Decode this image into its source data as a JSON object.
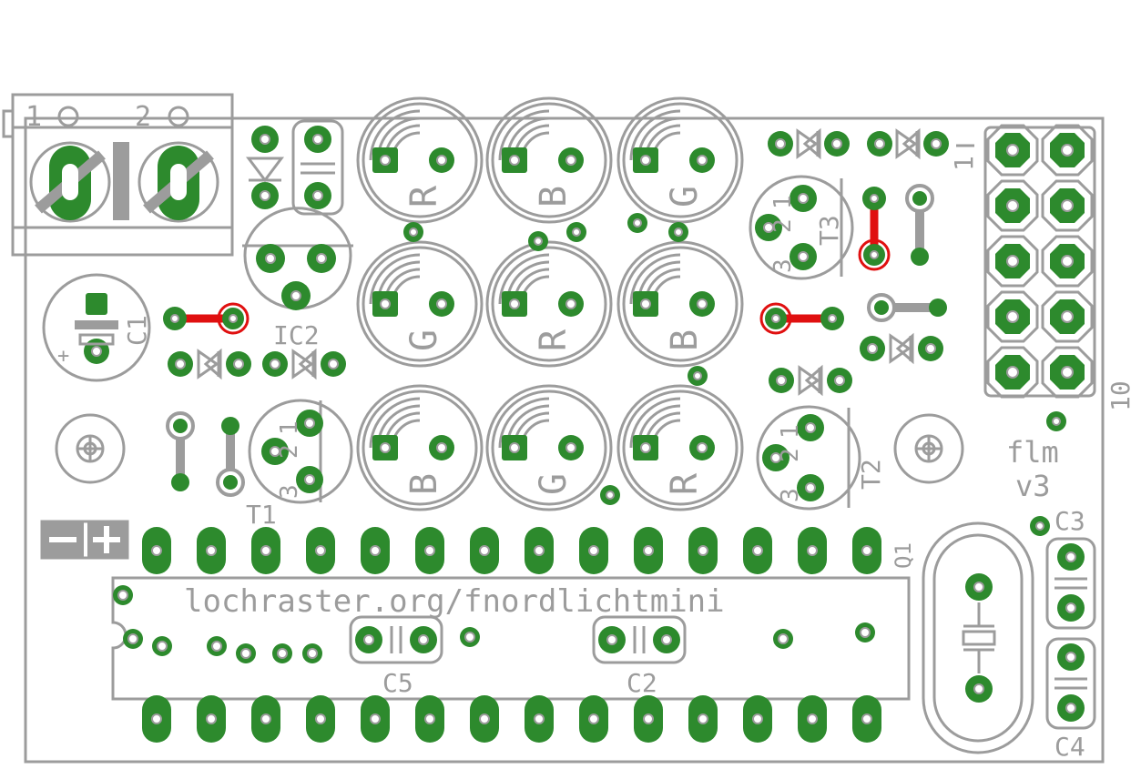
{
  "board": {
    "url_label": "lochraster.org/fnordlichtmini",
    "version_label": "v3",
    "author_label": "flm",
    "colors": {
      "pad": "#2d8a2d",
      "silk": "#9c9c9c",
      "wire": "#e01010",
      "background": "#ffffff"
    }
  },
  "labels": {
    "ic2": "IC2",
    "c1": "C1",
    "t1": "T1",
    "t2": "T2",
    "t3": "T3",
    "q1": "Q1",
    "c2": "C2",
    "c3": "C3",
    "c4": "C4",
    "c5": "C5",
    "terminal_1": "1",
    "terminal_2": "2",
    "header_pin_first": "1",
    "header_pin_last": "10",
    "polarity_minus": "−",
    "polarity_plus": "+",
    "c1_plus": "+",
    "pin_1": "1",
    "pin_2": "2",
    "pin_3": "3"
  },
  "led_colors": [
    "R",
    "B",
    "G",
    "G",
    "R",
    "B",
    "B",
    "G",
    "R"
  ]
}
